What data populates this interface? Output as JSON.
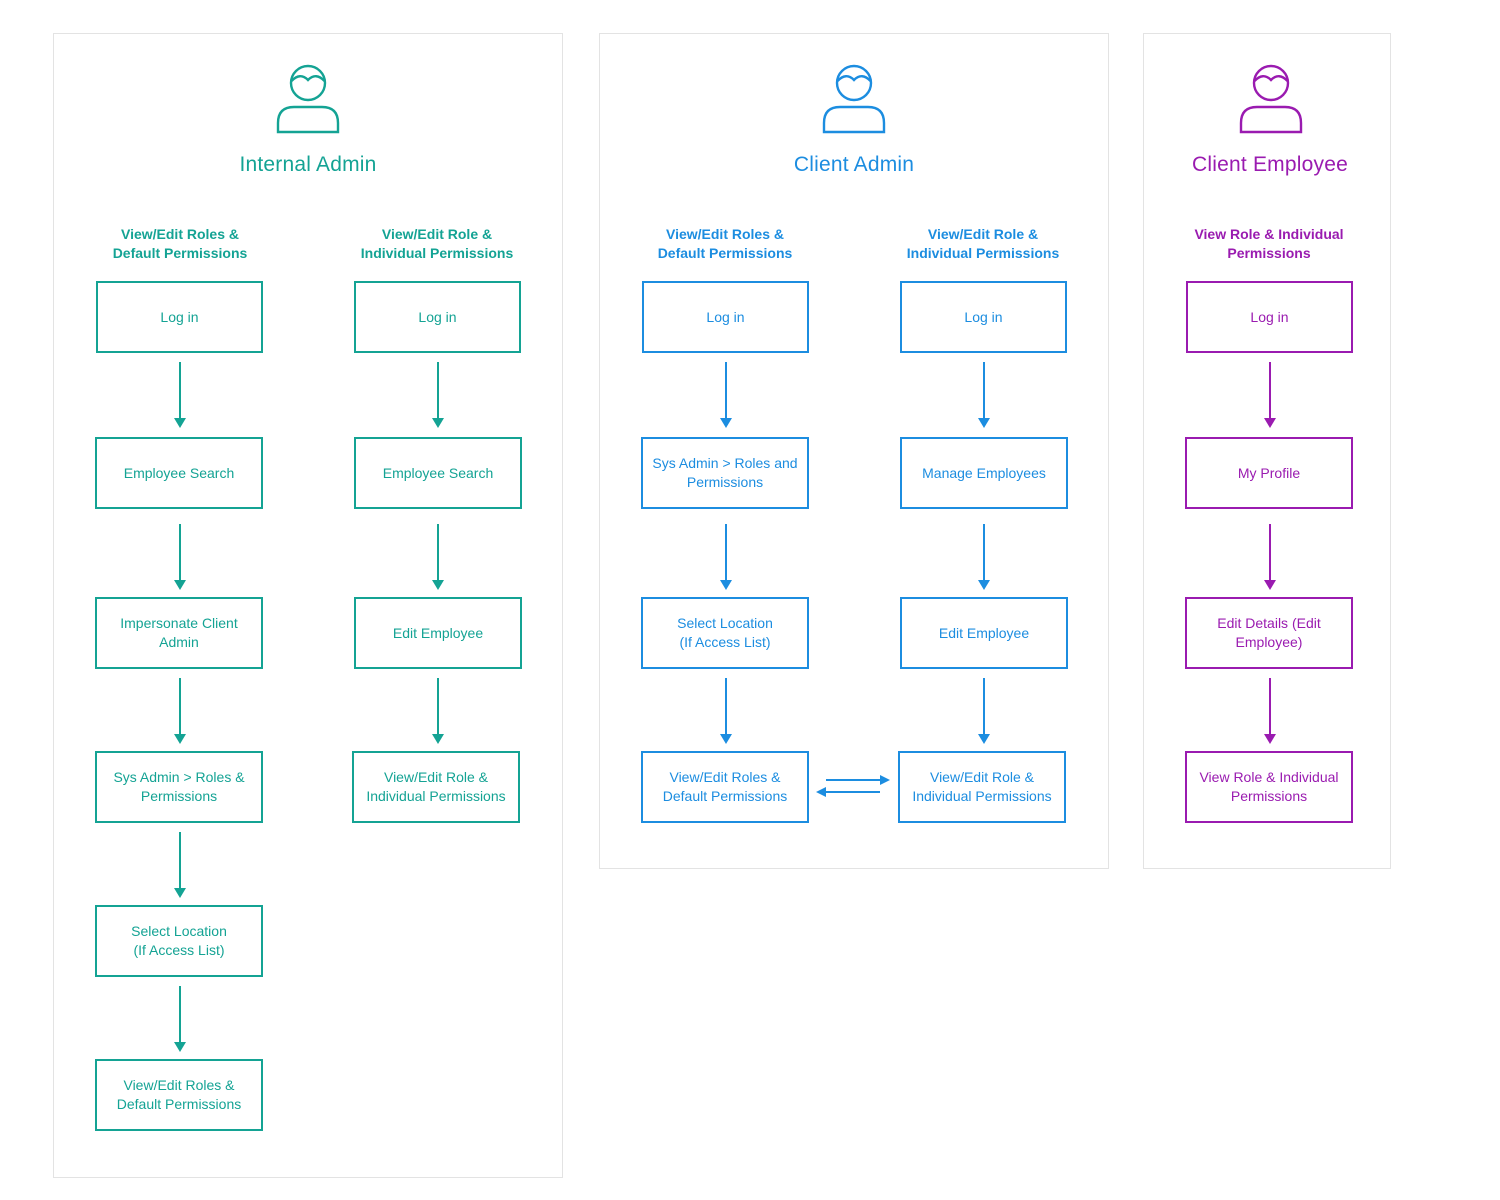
{
  "colors": {
    "internal_admin": "#14a394",
    "client_admin": "#1c8de0",
    "client_employee": "#9a1bb0"
  },
  "internal_admin": {
    "icon": "user-icon",
    "title": "Internal Admin",
    "col1": {
      "header": "View/Edit Roles &\nDefault Permissions",
      "steps": [
        "Log in",
        "Employee Search",
        "Impersonate Client\nAdmin",
        "Sys Admin > Roles &\nPermissions",
        "Select Location\n(If Access List)",
        "View/Edit Roles &\nDefault Permissions"
      ]
    },
    "col2": {
      "header": "View/Edit Role &\nIndividual Permissions",
      "steps": [
        "Log in",
        "Employee Search",
        "Edit Employee",
        "View/Edit Role &\nIndividual Permissions"
      ]
    }
  },
  "client_admin": {
    "icon": "user-icon",
    "title": "Client Admin",
    "col1": {
      "header": "View/Edit Roles &\nDefault Permissions",
      "steps": [
        "Log in",
        "Sys Admin > Roles and\nPermissions",
        "Select Location\n(If Access List)",
        "View/Edit Roles &\nDefault Permissions"
      ]
    },
    "col2": {
      "header": "View/Edit Role &\nIndividual Permissions",
      "steps": [
        "Log in",
        "Manage Employees",
        "Edit Employee",
        "View/Edit Role &\nIndividual Permissions"
      ]
    }
  },
  "client_employee": {
    "icon": "user-icon",
    "title": "Client Employee",
    "col1": {
      "header": "View Role & Individual\nPermissions",
      "steps": [
        "Log in",
        "My Profile",
        "Edit Details (Edit\nEmployee)",
        "View Role & Individual\nPermissions"
      ]
    }
  }
}
